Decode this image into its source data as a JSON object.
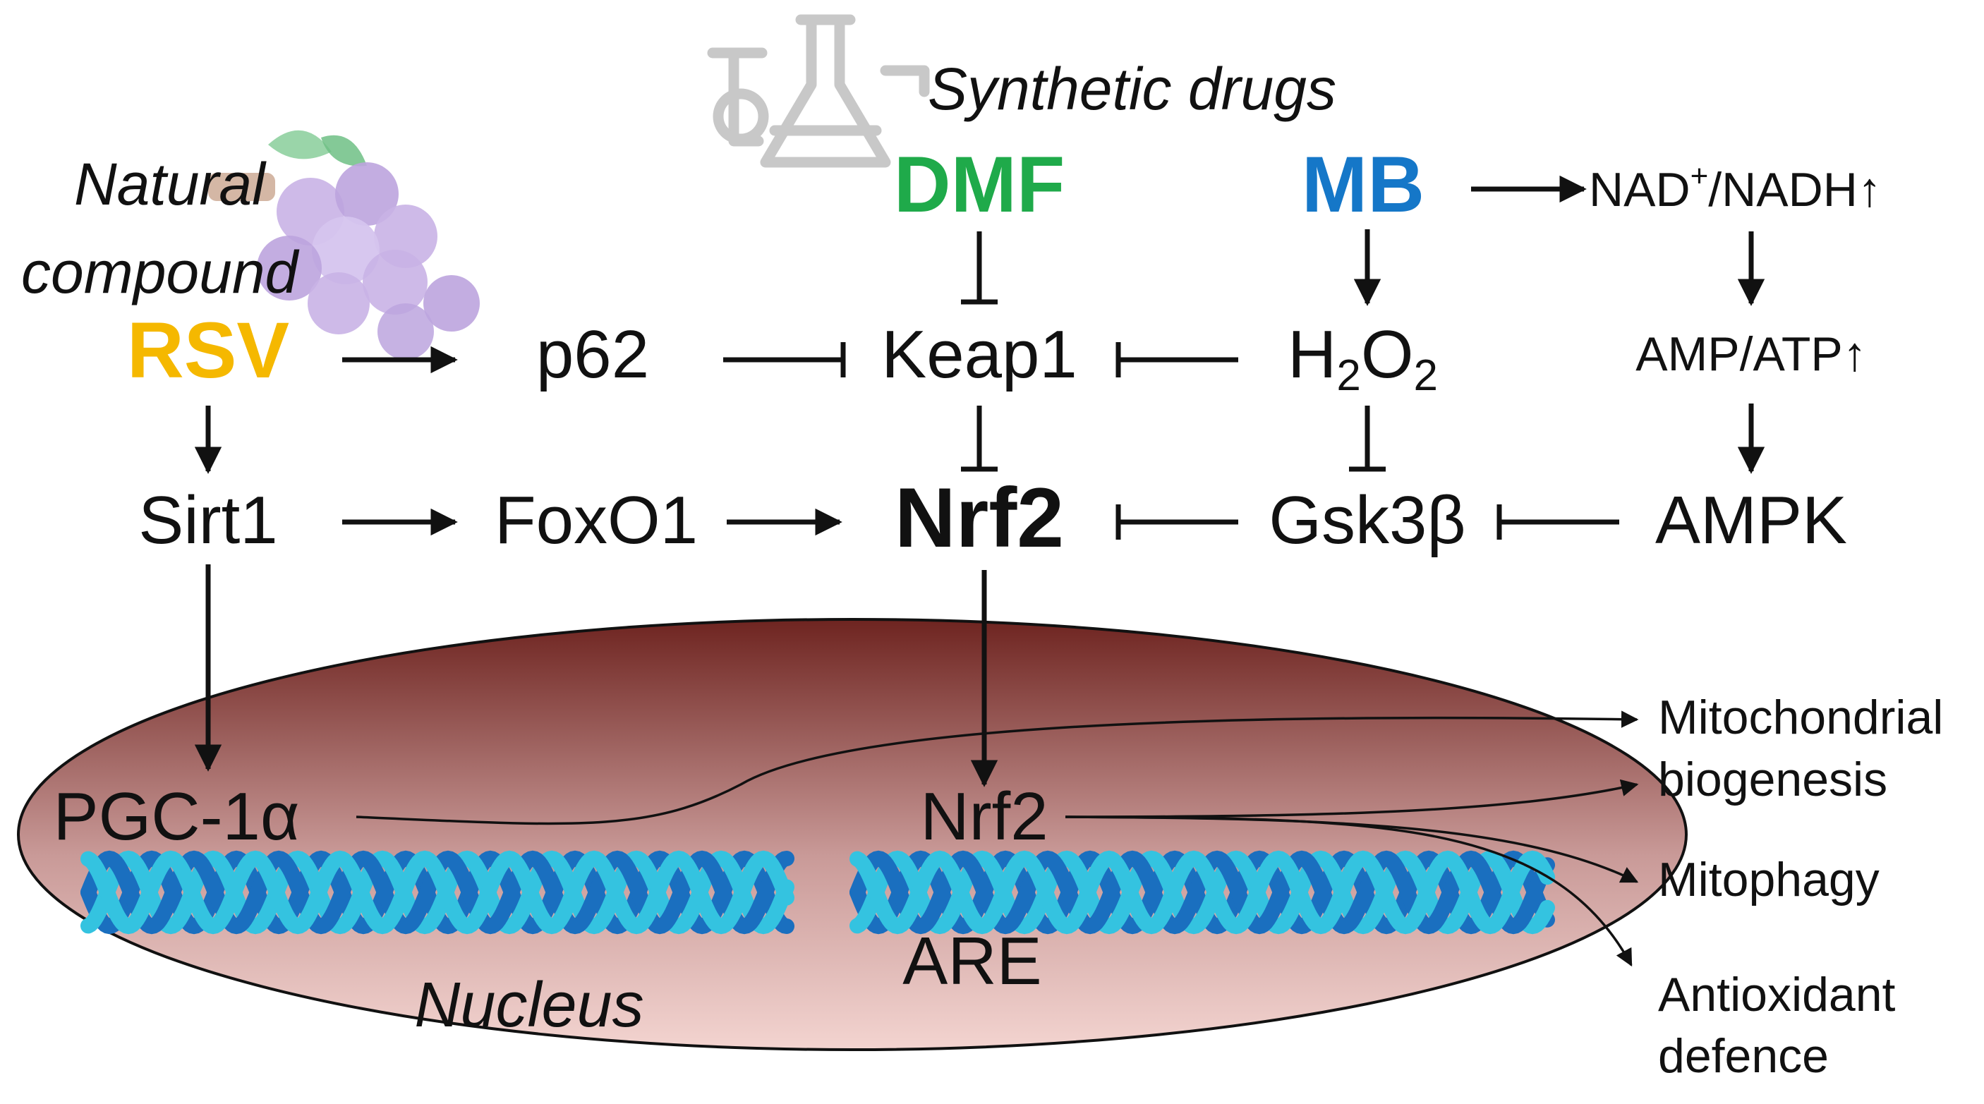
{
  "colors": {
    "rsv": "#f5b800",
    "dmf": "#1faa4a",
    "mb": "#1577c8",
    "dna_light": "#34c3e0",
    "dna_dark": "#1a6fbf",
    "nucleus_top": "#6e2420",
    "nucleus_bottom": "#f3d4d0",
    "grape": "#c9b3e6",
    "leaf": "#8fd0a0",
    "flask": "#c8c8c8"
  },
  "icons": [
    "flask-icon",
    "grape-icon",
    "dna-helix-icon"
  ],
  "labels": {
    "synthetic_drugs": "Synthetic drugs",
    "natural_compound_1": "Natural",
    "natural_compound_2": "compound",
    "rsv": "RSV",
    "dmf": "DMF",
    "mb": "MB",
    "p62": "p62",
    "keap1": "Keap1",
    "h2o2_h": "H",
    "h2o2_sub1": "2",
    "h2o2_o": "O",
    "h2o2_sub2": "2",
    "nad_prefix": "NAD",
    "nad_sup": "+",
    "nad_suffix": "/NADH↑",
    "amp_atp": "AMP/ATP↑",
    "sirt1": "Sirt1",
    "foxo1": "FoxO1",
    "nrf2": "Nrf2",
    "gsk3b": "Gsk3β",
    "ampk": "AMPK",
    "pgc1a": "PGC-1α",
    "nrf2_nucleus": "Nrf2",
    "are": "ARE",
    "nucleus": "Nucleus",
    "mito_1": "Mitochondrial",
    "mito_2": "biogenesis",
    "mitophagy": "Mitophagy",
    "antiox_1": "Antioxidant",
    "antiox_2": "defence"
  }
}
